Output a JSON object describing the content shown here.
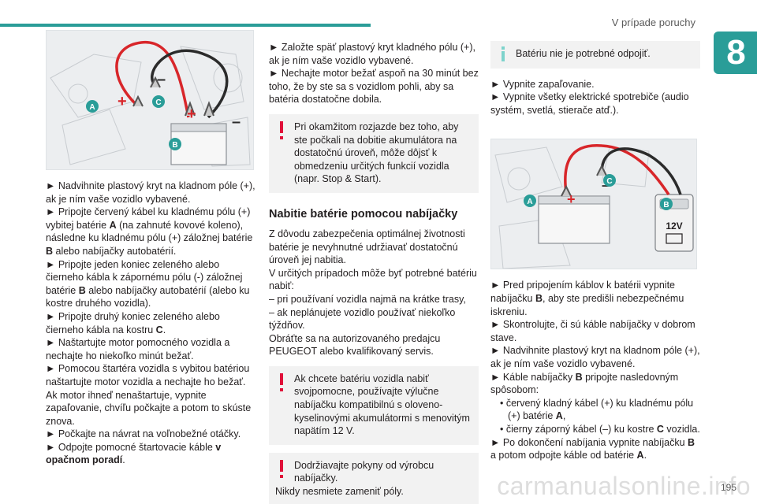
{
  "header": {
    "section_title": "V prípade poruchy",
    "chapter_number": "8"
  },
  "illustration1": {
    "labels": {
      "a": "A",
      "b": "B",
      "c": "C"
    },
    "plus_sign": "+",
    "minus_sign": "–"
  },
  "col1": {
    "lines": [
      "► Nadvihnite plastový kryt na kladnom póle (+), ak je ním vaše vozidlo vybavené.",
      "► Pripojte červený kábel ku kladnému pólu (+) vybitej batérie ",
      "► Pripojte jeden koniec zeleného alebo čierneho kábla k zápornému pólu (-) záložnej batérie ",
      "► Pripojte druhý koniec zeleného alebo čierneho kábla na kostru ",
      "► Naštartujte motor pomocného vozidla a nechajte ho niekoľko minút bežať.",
      "► Pomocou štartéra vozidla s vybitou batériou naštartujte motor vozidla a nechajte ho bežať.",
      "Ak motor ihneď nenaštartuje, vypnite zapaľovanie, chvíľu počkajte a potom to skúste znova.",
      "► Počkajte na návrat na voľnobežné otáčky.",
      "► Odpojte pomocné štartovacie káble "
    ],
    "line2_bold": "A",
    "line2_tail": " (na zahnuté kovové koleno), následne ku kladnému pólu (+) záložnej batérie ",
    "line2_bold2": "B",
    "line2_end": " alebo nabíjačky autobatérií.",
    "line3_bold": "B",
    "line3_tail": " alebo nabíjačky autobatérií (alebo ku kostre druhého vozidla).",
    "line4_bold": "C",
    "line4_end": ".",
    "last_bold": "v opačnom poradí",
    "last_end": "."
  },
  "col2": {
    "p1": "► Založte späť plastový kryt kladného pólu (+), ak je ním vaše vozidlo vybavené.",
    "p2": "► Nechajte motor bežať aspoň na 30 minút bez toho, že by ste sa s vozidlom pohli, aby sa batéria dostatočne dobila.",
    "warn1": "Pri okamžitom rozjazde bez toho, aby ste počkali na dobitie akumulátora na dostatočnú úroveň, môže dôjsť k obmedzeniu určitých funkcií vozidla (napr. Stop & Start).",
    "heading": "Nabitie batérie pomocou nabíjačky",
    "p3": "Z dôvodu zabezpečenia optimálnej životnosti batérie je nevyhnutné udržiavať dostatočnú úroveň jej nabitia.",
    "p4": "V určitých prípadoch môže byť potrebné batériu nabiť:",
    "dash1": "–  pri používaní vozidla najmä na krátke trasy,",
    "dash2": "–  ak neplánujete vozidlo používať niekoľko týždňov.",
    "p5": "Obráťte sa na autorizovaného predajcu PEUGEOT alebo kvalifikovaný servis.",
    "warn2": "Ak chcete batériu vozidla nabiť svojpomocne, používajte výlučne nabíjačku kompatibilnú s oloveno-kyselinovými akumulátormi s menovitým napätím 12 V.",
    "warn3a": "Dodržiavajte pokyny od výrobcu nabíjačky.",
    "warn3b": "Nikdy nesmiete zameniť póly."
  },
  "col3": {
    "info1": "Batériu nie je potrebné odpojiť.",
    "p1": "► Vypnite zapaľovanie.",
    "p2": "► Vypnite všetky elektrické spotrebiče (audio systém, svetlá, stierače atď.).",
    "charger_label": "12V",
    "p3_a": "► Pred pripojením káblov k batérii vypnite nabíjačku ",
    "p3_bold": "B",
    "p3_b": ", aby ste predišli nebezpečnému iskreniu.",
    "p4": "► Skontrolujte, či sú káble nabíjačky v dobrom stave.",
    "p5": "► Nadvihnite plastový kryt na kladnom póle (+), ak je ním vaše vozidlo vybavené.",
    "p6_a": "► Káble nabíjačky ",
    "p6_bold": "B",
    "p6_b": " pripojte nasledovným spôsobom:",
    "b1_a": "• červený kladný kábel (+) ku kladnému pólu (+) batérie ",
    "b1_bold": "A",
    "b1_end": ",",
    "b2_a": "• čierny záporný kábel (–) ku kostre ",
    "b2_bold": "C",
    "b2_b": " vozidla.",
    "p7_a": "► Po dokončení nabíjania vypnite nabíjačku ",
    "p7_bold": "B",
    "p7_b": " a potom odpojte káble od batérie ",
    "p7_bold2": "A",
    "p7_end": "."
  },
  "footer": {
    "page_number": "195",
    "watermark": "carmanualsonline.info"
  }
}
